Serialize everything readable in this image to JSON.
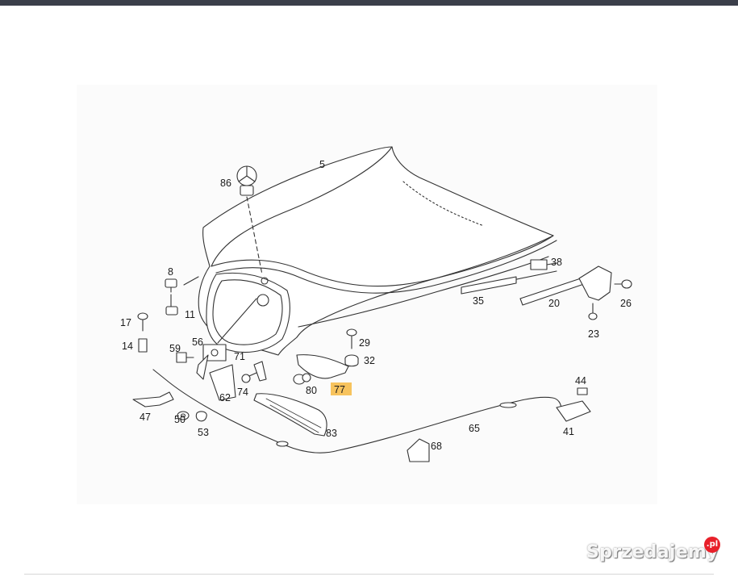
{
  "callouts": {
    "c5": "5",
    "c86": "86",
    "c8": "8",
    "c11": "11",
    "c38": "38",
    "c35": "35",
    "c20": "20",
    "c26": "26",
    "c23": "23",
    "c17": "17",
    "c14": "14",
    "c56": "56",
    "c59": "59",
    "c71": "71",
    "c29": "29",
    "c32": "32",
    "c74": "74",
    "c80": "80",
    "c77": "77",
    "c62": "62",
    "c47": "47",
    "c50": "50",
    "c53": "53",
    "c44": "44",
    "c65": "65",
    "c83": "83",
    "c68": "68",
    "c41": "41"
  },
  "highlight": {
    "part": "77",
    "color": "#f7c35d"
  },
  "watermark": {
    "text": "Sprzedajemy",
    "badge": ".pl"
  }
}
